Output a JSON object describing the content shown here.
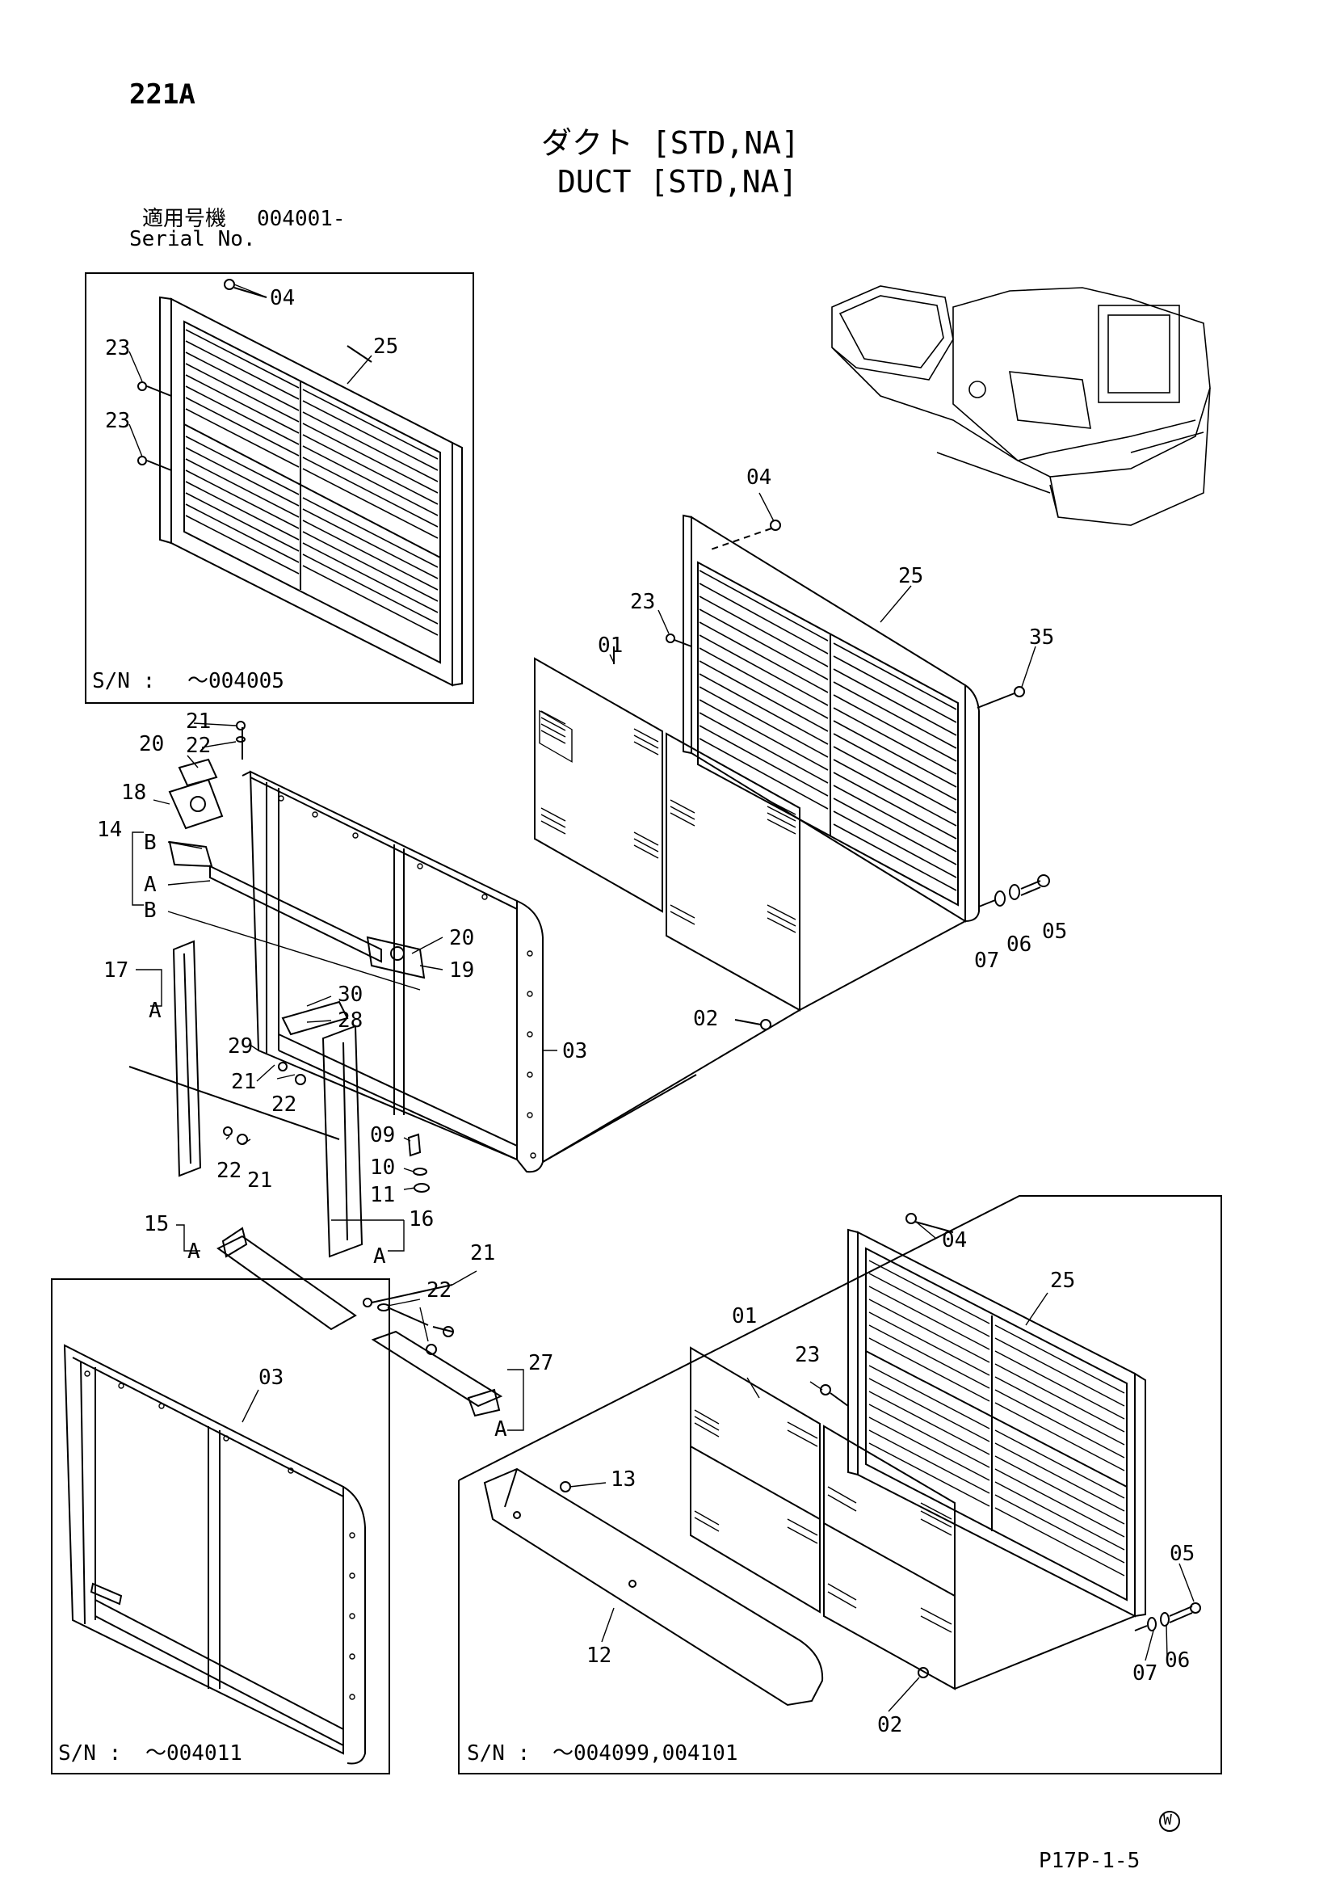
{
  "page": {
    "code": "221A",
    "title_ja": "ダクト [STD,NA]",
    "title_en": "DUCT [STD,NA]",
    "serial_label_ja": "適用号機",
    "serial_value": "004001-",
    "serial_label_en": "Serial No.",
    "page_ref": "P17P-1-5",
    "mark": "W"
  },
  "insets": {
    "top": {
      "sn_label": "S/N :",
      "sn_value": "～004005"
    },
    "bottom_left": {
      "sn_label": "S/N :",
      "sn_value": "～004011"
    },
    "bottom_right": {
      "sn_label": "S/N :",
      "sn_value": "～004099,004101"
    }
  },
  "callouts": {
    "t04": "04",
    "t23a": "23",
    "t25": "25",
    "t23b": "23",
    "m04": "04",
    "m25": "25",
    "m23": "23",
    "m35": "35",
    "m01": "01",
    "m05": "05",
    "m07": "07",
    "m06": "06",
    "m02": "02",
    "m03": "03",
    "l21a": "21",
    "l22a": "22",
    "l20a": "20",
    "l18": "18",
    "l14": "14",
    "l14b1": "B",
    "l14a": "A",
    "l14b2": "B",
    "l20b": "20",
    "l19": "19",
    "l17": "17",
    "l17a": "A",
    "l30": "30",
    "l28": "28",
    "l29": "29",
    "l21b": "21",
    "l22b": "22",
    "l22c": "22",
    "l21c": "21",
    "l09": "09",
    "l10": "10",
    "l11": "11",
    "l16": "16",
    "l16a": "A",
    "l15": "15",
    "l15a": "A",
    "l21d": "21",
    "l22d": "22",
    "l27": "27",
    "l27a": "A",
    "bl03": "03",
    "br04": "04",
    "br25": "25",
    "br01": "01",
    "br23": "23",
    "br13": "13",
    "br12": "12",
    "br05": "05",
    "br07": "07",
    "br06": "06",
    "br02": "02"
  }
}
